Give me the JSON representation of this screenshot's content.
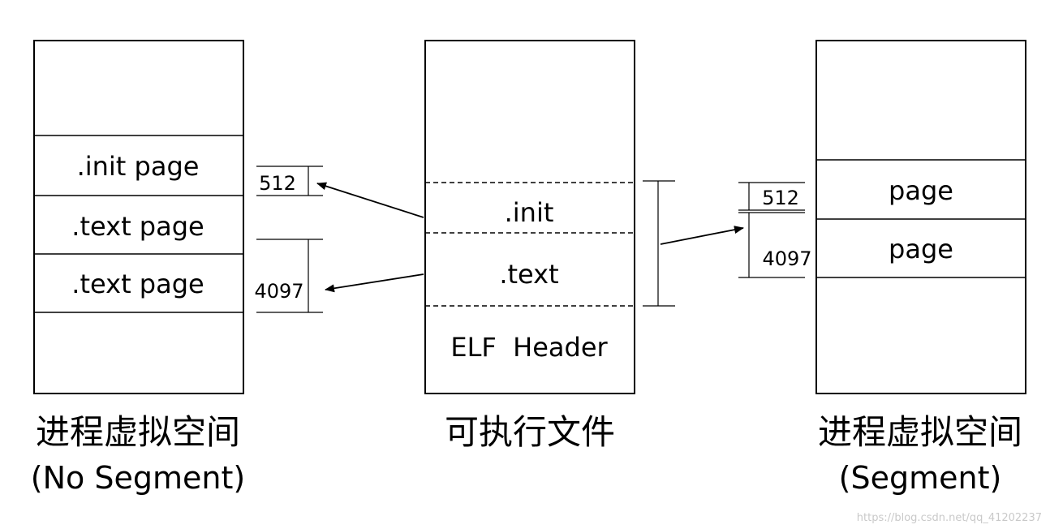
{
  "left_panel": {
    "init_page": ".init page",
    "text_page_1": ".text page",
    "text_page_2": ".text page",
    "caption_line1": "进程虚拟空间",
    "caption_line2": "(No Segment)"
  },
  "left_marks": {
    "size_small": "512",
    "size_large": "4097"
  },
  "middle_panel": {
    "init": ".init",
    "text": ".text",
    "elf_header": "ELF  Header",
    "caption": "可执行文件"
  },
  "right_marks": {
    "size_small": "512",
    "size_large": "4097"
  },
  "right_panel": {
    "page_1": "page",
    "page_2": "page",
    "caption_line1": "进程虚拟空间",
    "caption_line2": "(Segment)"
  },
  "watermark": "https://blog.csdn.net/qq_41202237"
}
